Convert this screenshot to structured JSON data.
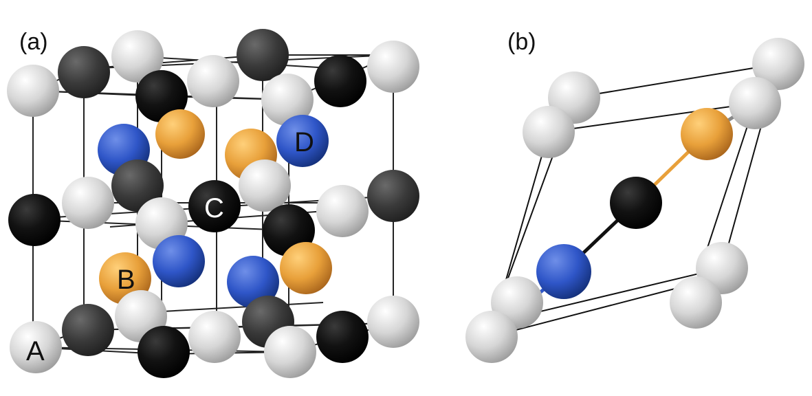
{
  "panels": [
    {
      "id": "a",
      "label": "(a)"
    },
    {
      "id": "b",
      "label": "(b)"
    }
  ],
  "atom_labels": {
    "A": "A",
    "B": "B",
    "C": "C",
    "D": "D"
  },
  "colors": {
    "A": "#d9d9d9",
    "B": "#e8a03a",
    "C": "#151515",
    "D": "#2f56c8",
    "dark_gray": "#3a3a3a",
    "bond": "#111111"
  }
}
